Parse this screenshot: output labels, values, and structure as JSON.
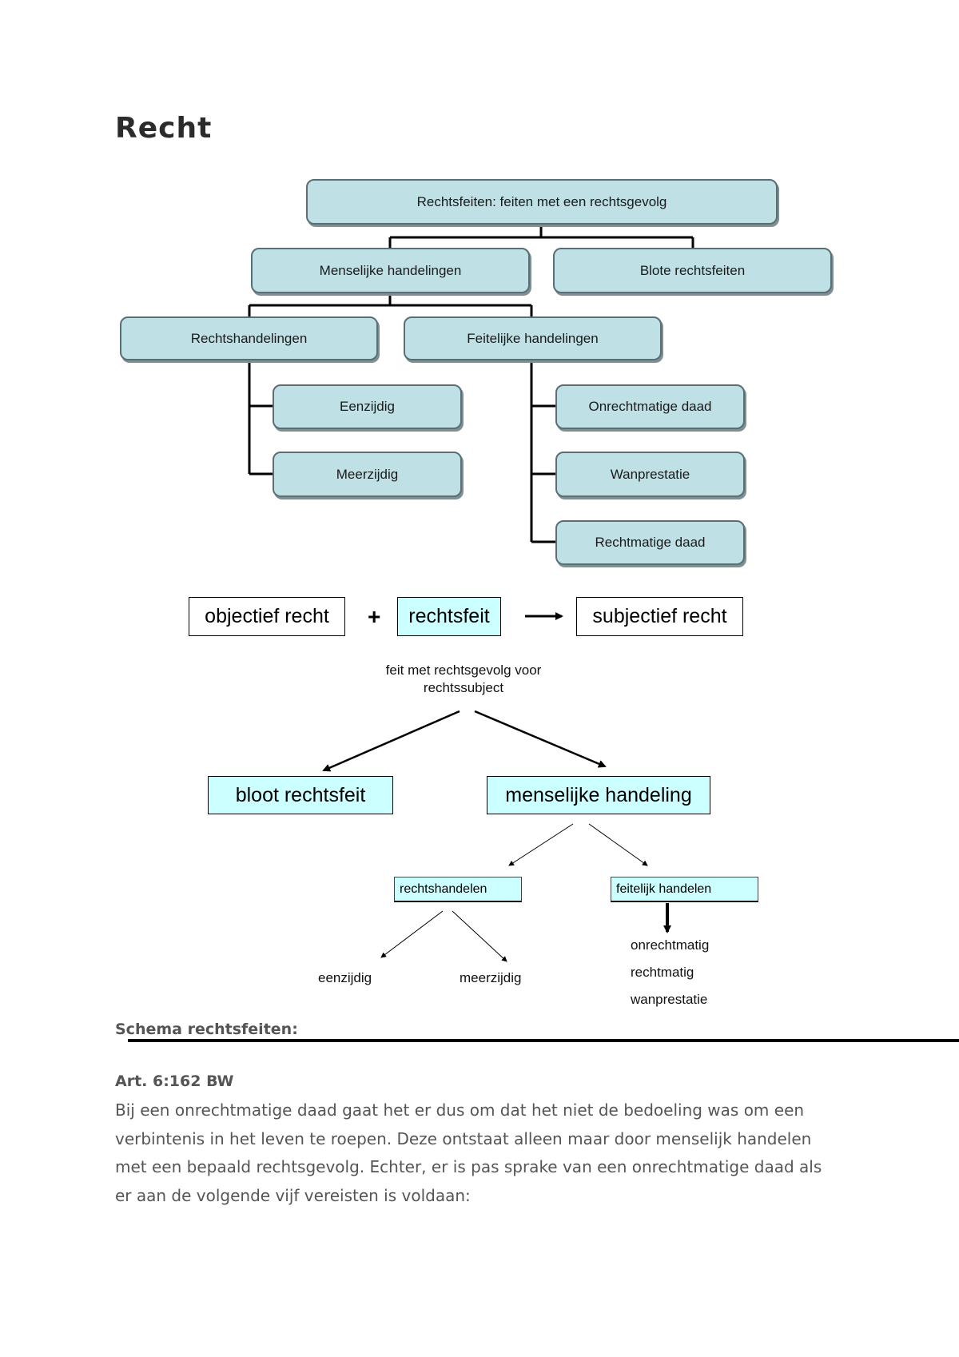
{
  "page": {
    "title": "Recht",
    "section_heading": "Schema rechtsfeiten:",
    "article_heading": "Art. 6:162 BW",
    "paragraph": "Bij een onrechtmatige daad gaat het er dus om dat het niet de bedoeling was om een verbintenis in het leven te roepen. Deze ontstaat alleen maar door menselijk handelen met een bepaald rechtsgevolg. Echter, er is pas sprake van een onrechtmatige daad als er aan de volgende vijf vereisten is voldaan:"
  },
  "tree": {
    "root": "Rechtsfeiten: feiten met een rechtsgevolg",
    "human_acts": "Menselijke handelingen",
    "bare_facts": "Blote rechtsfeiten",
    "legal_acts": "Rechtshandelingen",
    "factual_acts": "Feitelijke handelingen",
    "unilateral": "Eenzijdig",
    "multilateral": "Meerzijdig",
    "unlawful": "Onrechtmatige daad",
    "nonperformance": "Wanprestatie",
    "lawful": "Rechtmatige daad"
  },
  "formula": {
    "objective": "objectief recht",
    "plus": "+",
    "fact": "rechtsfeit",
    "subjective": "subjectief recht",
    "caption_line1": "feit met rechtsgevolg voor",
    "caption_line2": "rechtssubject",
    "bare": "bloot rechtsfeit",
    "human": "menselijke handeling",
    "legal": "rechtshandelen",
    "factual": "feitelijk handelen",
    "one_sided": "eenzijdig",
    "multi_sided": "meerzijdig",
    "unlawful": "onrechtmatig",
    "lawful": "rechtmatig",
    "nonperformance": "wanprestatie"
  },
  "colors": {
    "tree_node_fill": "#bfe1e5",
    "highlight_fill": "#ccffff",
    "body_text": "#555555"
  }
}
